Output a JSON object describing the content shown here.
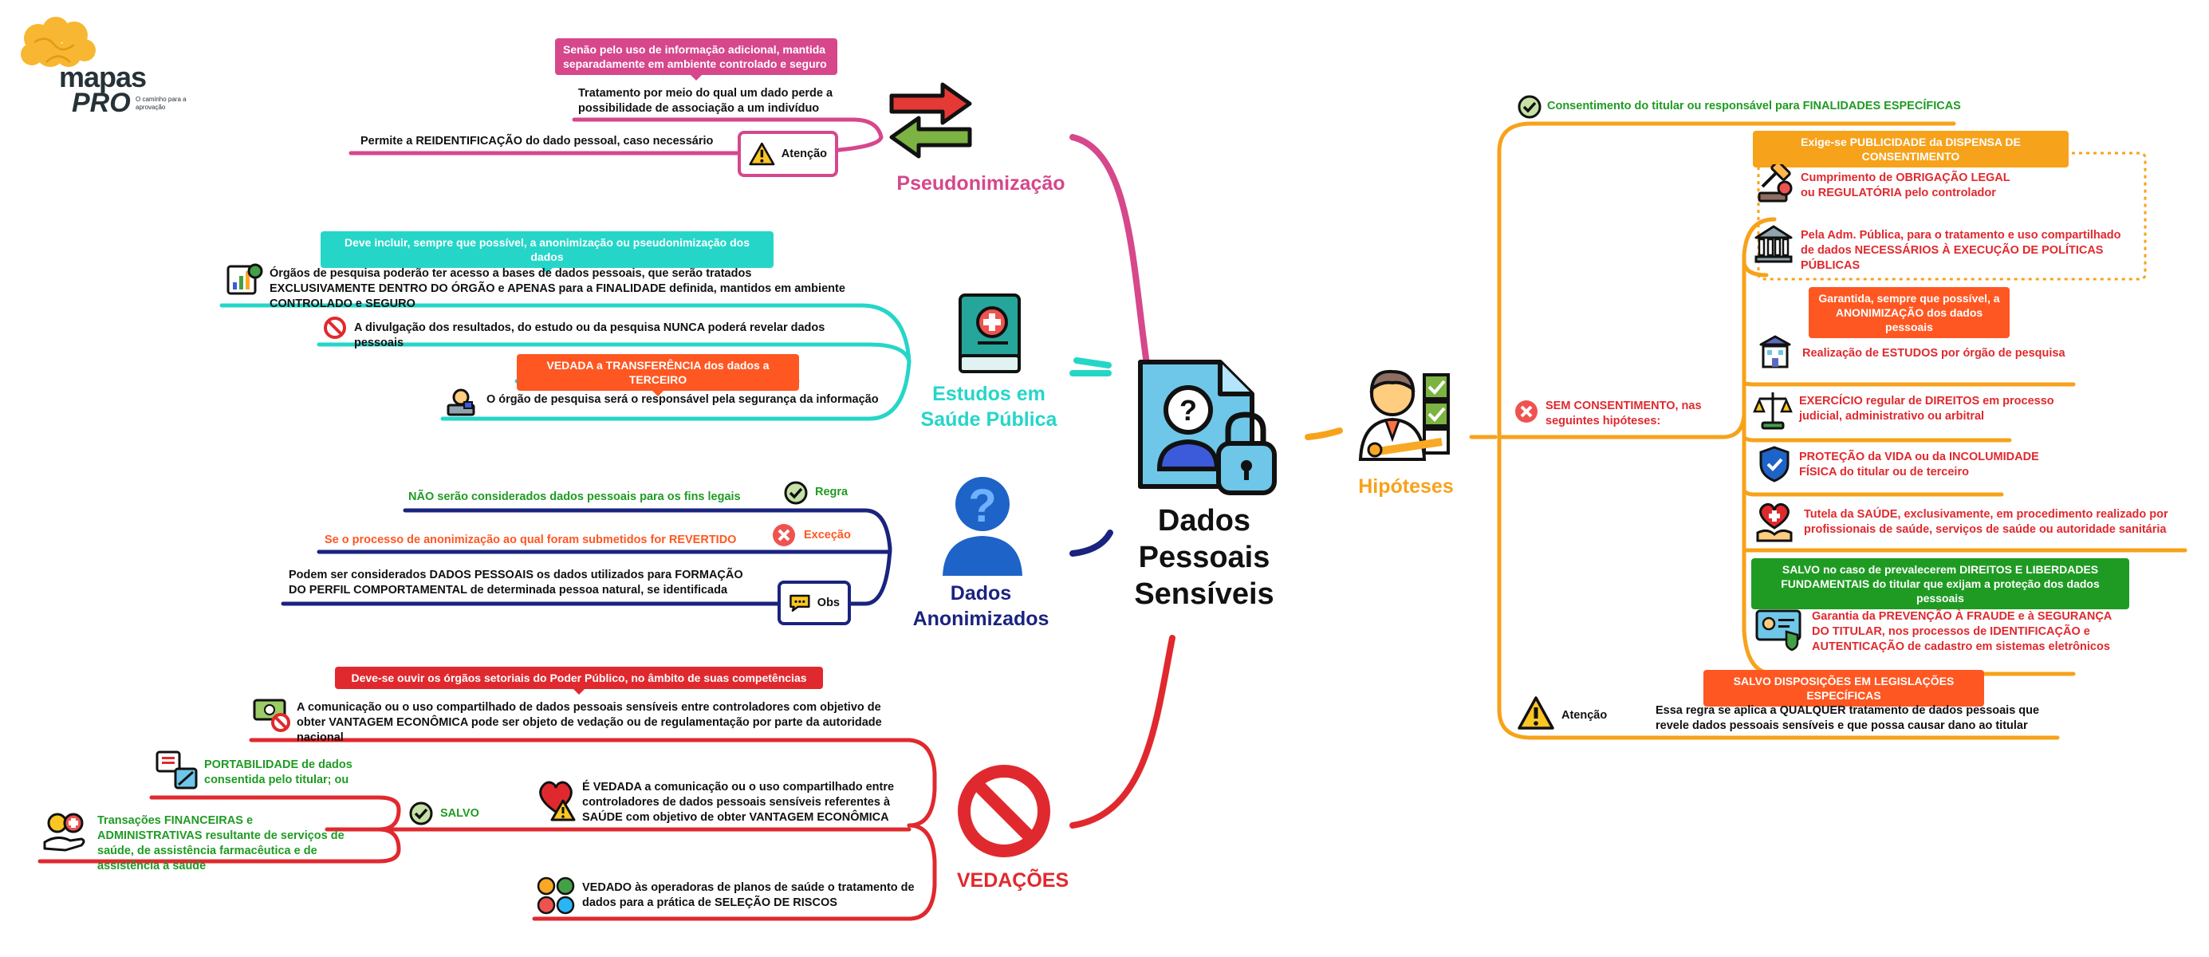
{
  "logo": {
    "brand": "mapas",
    "pro": "PRO",
    "tagline": "O caminho para a aprovação"
  },
  "center": {
    "title_line1": "Dados",
    "title_line2": "Pessoais",
    "title_line3": "Sensíveis"
  },
  "colors": {
    "pink": "#d6478b",
    "teal": "#25d6c8",
    "navy": "#1a237e",
    "red": "#e0292e",
    "orange": "#f7a21b",
    "green": "#1f9b23",
    "orange_red": "#ff5722"
  },
  "pseudo": {
    "title": "Pseudonimização",
    "note": "Senão pelo uso de informação adicional, mantida separadamente em ambiente controlado e seguro",
    "definition": "Tratamento por meio do qual um dado perde a possibilidade de associação a um indivíduo",
    "reid": "Permite a REIDENTIFICAÇÃO do dado pessoal, caso necessário",
    "attention": "Atenção"
  },
  "saude": {
    "title_line1": "Estudos em",
    "title_line2": "Saúde Pública",
    "note": "Deve incluir, sempre que possível, a anonimização ou pseudonimização dos dados",
    "access": "Órgãos de pesquisa poderão ter acesso a bases de dados pessoais, que serão tratados EXCLUSIVAMENTE DENTRO DO ÓRGÃO e APENAS para a FINALIDADE definida, mantidos em ambiente CONTROLADO e SEGURO",
    "divulgacao": "A divulgação dos resultados, do estudo ou da pesquisa NUNCA poderá revelar dados pessoais",
    "vedada": "VEDADA a TRANSFERÊNCIA dos dados a TERCEIRO",
    "responsavel": "O órgão de pesquisa será o responsável pela segurança da informação"
  },
  "anon": {
    "title_line1": "Dados",
    "title_line2": "Anonimizados",
    "regra_text": "NÃO serão considerados dados pessoais para os fins legais",
    "regra_label": "Regra",
    "excecao_text": "Se o processo de anonimização ao qual foram submetidos for REVERTIDO",
    "excecao_label": "Exceção",
    "obs_text": "Podem ser considerados DADOS PESSOAIS os dados utilizados para FORMAÇÃO DO PERFIL COMPORTAMENTAL de determinada pessoa natural, se identificada",
    "obs_label": "Obs"
  },
  "vedacoes": {
    "title": "VEDAÇÕES",
    "note": "Deve-se ouvir os órgãos setoriais do Poder Público, no âmbito de suas competências",
    "vantagem": "A comunicação ou o uso compartilhado de dados pessoais sensíveis entre controladores com objetivo de obter VANTAGEM ECONÔMICA pode ser objeto de vedação ou de regulamentação por parte da autoridade nacional",
    "portabilidade": "PORTABILIDADE de dados consentida pelo titular; ou",
    "transacoes": "Transações FINANCEIRAS e ADMINISTRATIVAS resultante de serviços de saúde, de assistência farmacêutica e de assistência à saúde",
    "salvo": "SALVO",
    "vedada_saude": "É VEDADA a comunicação ou o uso compartilhado entre controladores de dados pessoais sensíveis referentes à SAÚDE com objetivo de obter VANTAGEM ECONÔMICA",
    "planos": "VEDADO às operadoras de planos de saúde o tratamento de dados para a prática de SELEÇÃO DE RISCOS"
  },
  "hipoteses": {
    "title": "Hipóteses",
    "consentimento": "Consentimento do titular ou responsável para FINALIDADES ESPECÍFICAS",
    "publicidade_note": "Exige-se PUBLICIDADE da DISPENSA DE CONSENTIMENTO",
    "obrigacao": "Cumprimento de OBRIGAÇÃO LEGAL ou REGULATÓRIA pelo controlador",
    "adm_publica": "Pela Adm. Pública, para o tratamento e uso compartilhado de dados NECESSÁRIOS À EXECUÇÃO DE POLÍTICAS PÚBLICAS",
    "sem_consentimento": "SEM CONSENTIMENTO, nas seguintes hipóteses:",
    "garantida_note": "Garantida, sempre que possível, a ANONIMIZAÇÃO dos dados pessoais",
    "estudos": "Realização de ESTUDOS por órgão de pesquisa",
    "exercicio": "EXERCÍCIO regular de DIREITOS em processo judicial, administrativo ou arbitral",
    "protecao": "PROTEÇÃO da VIDA ou da INCOLUMIDADE FÍSICA do titular ou de terceiro",
    "tutela": "Tutela da SAÚDE, exclusivamente, em procedimento realizado por profissionais de saúde, serviços de saúde ou autoridade sanitária",
    "salvo_note": "SALVO no caso de prevalecerem DIREITOS E LIBERDADES FUNDAMENTAIS do titular que exijam a proteção dos dados pessoais",
    "fraude": "Garantia da PREVENÇÃO À FRAUDE e à SEGURANÇA DO TITULAR, nos processos de IDENTIFICAÇÃO e AUTENTICAÇÃO de cadastro em sistemas eletrônicos",
    "disposicoes_note": "SALVO DISPOSIÇÕES EM LEGISLAÇÕES ESPECÍFICAS",
    "attention": "Atenção",
    "regra": "Essa regra se aplica a QUALQUER tratamento de dados pessoais que revele dados pessoais sensíveis e que possa causar dano ao titular"
  }
}
